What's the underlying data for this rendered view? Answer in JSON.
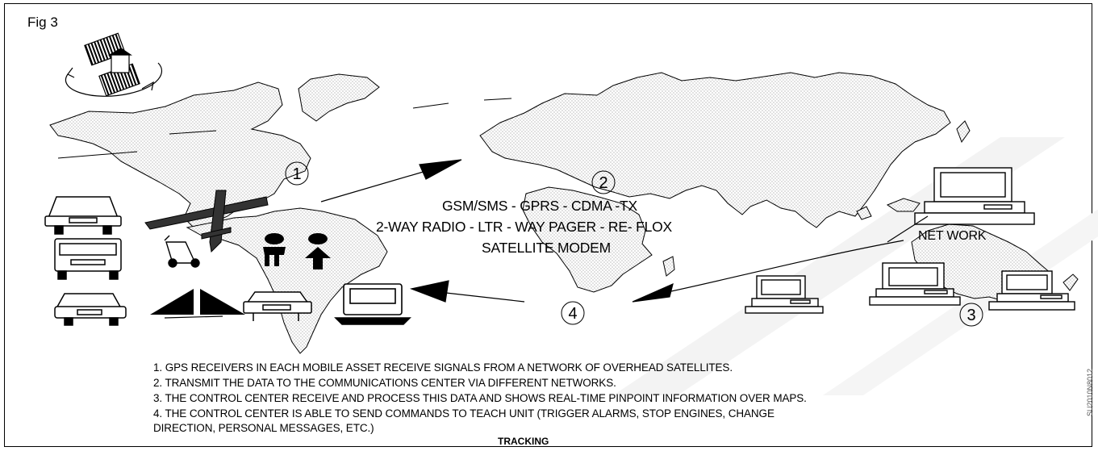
{
  "figure_label": "Fig 3",
  "network_caption": {
    "line1": "GSM/SMS - GPRS - CDMA -TX",
    "line2": "2-WAY RADIO - LTR - WAY PAGER - RE- FLOX",
    "line3": "SATELLITE MODEM"
  },
  "network_label": "NET WORK",
  "markers": {
    "m1": "1",
    "m2": "2",
    "m3": "3",
    "m4": "4"
  },
  "steps": [
    "1. GPS RECEIVERS IN EACH MOBILE ASSET RECEIVE SIGNALS FROM A NETWORK OF OVERHEAD SATELLITES.",
    "2. TRANSMIT THE DATA TO THE COMMUNICATIONS CENTER VIA DIFFERENT NETWORKS.",
    "3. THE CONTROL CENTER RECEIVE AND PROCESS THIS DATA AND SHOWS REAL-TIME PINPOINT INFORMATION OVER MAPS.",
    "4. THE CONTROL CENTER IS ABLE TO SEND COMMANDS TO TEACH UNIT (TRIGGER ALARMS, STOP ENGINES, CHANGE",
    "DIRECTION, PERSONAL MESSAGES, ETC.)"
  ],
  "diagram_title": "TRACKING",
  "figure_code": "SU2010N8012",
  "icons": [
    "satellite-icon",
    "car-icon",
    "bus-icon",
    "airplane-icon",
    "scooter-icon",
    "person-icon",
    "ship-icon",
    "truck-icon",
    "computer-icon"
  ],
  "colors": {
    "line": "#000000",
    "land_dots": "#6e6e6e",
    "watermark": "#f0f0f0"
  }
}
